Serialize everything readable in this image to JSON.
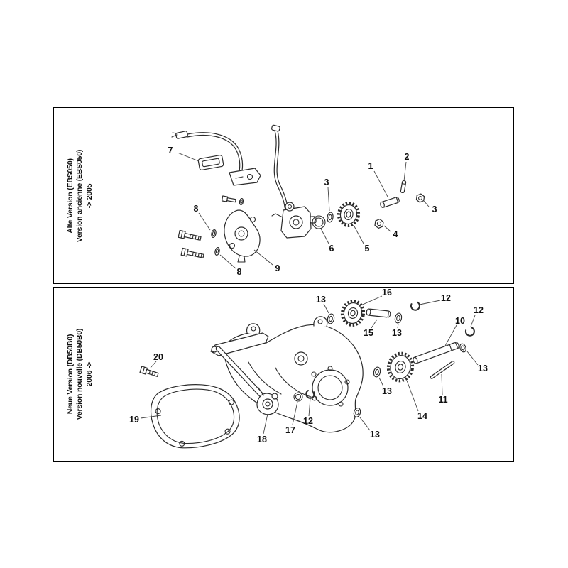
{
  "colors": {
    "background": "#ffffff",
    "panel_border": "#000000",
    "line_art": "#2b2b2b",
    "label_text": "#111111"
  },
  "old_version": {
    "side_label": {
      "line1": "Alte Version (EBS050)",
      "line2": "Version ancienne (EBS050)",
      "line3": "-> 2005"
    },
    "callouts": {
      "c1": "1",
      "c2": "2",
      "c3a": "3",
      "c3b": "3",
      "c4": "4",
      "c5": "5",
      "c6": "6",
      "c7": "7",
      "c8a": "8",
      "c8b": "8",
      "c9": "9"
    }
  },
  "new_version": {
    "side_label": {
      "line1": "Neue Version (DB50B0)",
      "line2": "Version nouvelle (DB50B0)",
      "line3": "2006 ->"
    },
    "callouts": {
      "c10": "10",
      "c11": "11",
      "c12a": "12",
      "c12b": "12",
      "c12c": "12",
      "c13a": "13",
      "c13b": "13",
      "c13c": "13",
      "c13d": "13",
      "c13e": "13",
      "c14": "14",
      "c15": "15",
      "c16": "16",
      "c17": "17",
      "c18": "18",
      "c19": "19",
      "c20": "20"
    }
  }
}
